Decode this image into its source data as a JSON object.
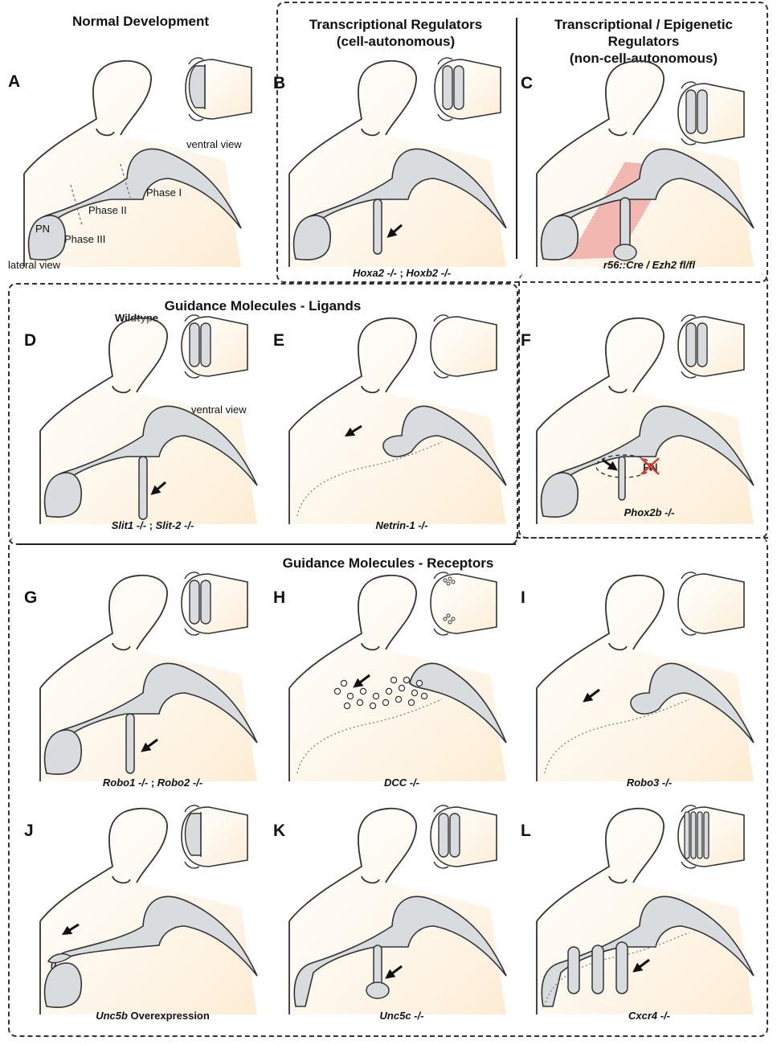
{
  "headings": {
    "normal": "Normal Development",
    "tr_auto": [
      "Transcriptional Regulators",
      "(cell-autonomous)"
    ],
    "tr_non": [
      "Transcriptional / Epigenetic",
      "Regulators",
      "(non-cell-autonomous)"
    ],
    "ligands": "Guidance Molecules - Ligands",
    "receptors": "Guidance Molecules - Receptors"
  },
  "labels": {
    "ventral_view": "ventral view",
    "lateral_view": "lateral view",
    "pn": "PN",
    "phase1": "Phase I",
    "phase2": "Phase II",
    "phase3": "Phase III",
    "fn": "FN"
  },
  "panels": [
    {
      "letter": "A",
      "caption": "Wildtype"
    },
    {
      "letter": "B",
      "caption_parts": [
        "Hoxa2 -/-",
        " ; ",
        "Hoxb2 -/-"
      ]
    },
    {
      "letter": "C",
      "caption": "r56::Cre / Ezh2 fl/fl"
    },
    {
      "letter": "D",
      "caption_parts": [
        "Slit1 -/-",
        " ; ",
        "Slit-2 -/-"
      ]
    },
    {
      "letter": "E",
      "caption": "Netrin-1 -/-"
    },
    {
      "letter": "F",
      "caption": "Phox2b -/-"
    },
    {
      "letter": "G",
      "caption_parts": [
        "Robo1 -/-",
        " ; ",
        "Robo2 -/-"
      ]
    },
    {
      "letter": "H",
      "caption": "DCC -/-"
    },
    {
      "letter": "I",
      "caption": "Robo3 -/-"
    },
    {
      "letter": "J",
      "caption_parts": [
        "Unc5b",
        " Overexpression"
      ]
    },
    {
      "letter": "K",
      "caption": "Unc5c -/-"
    },
    {
      "letter": "L",
      "caption": "Cxcr4 -/-"
    }
  ],
  "colors": {
    "tissue": "#fdf0dc",
    "stream": "#d9dcdf",
    "outline": "#333333",
    "ectopic": "#f2b7b0",
    "cross": "#e0302a"
  }
}
